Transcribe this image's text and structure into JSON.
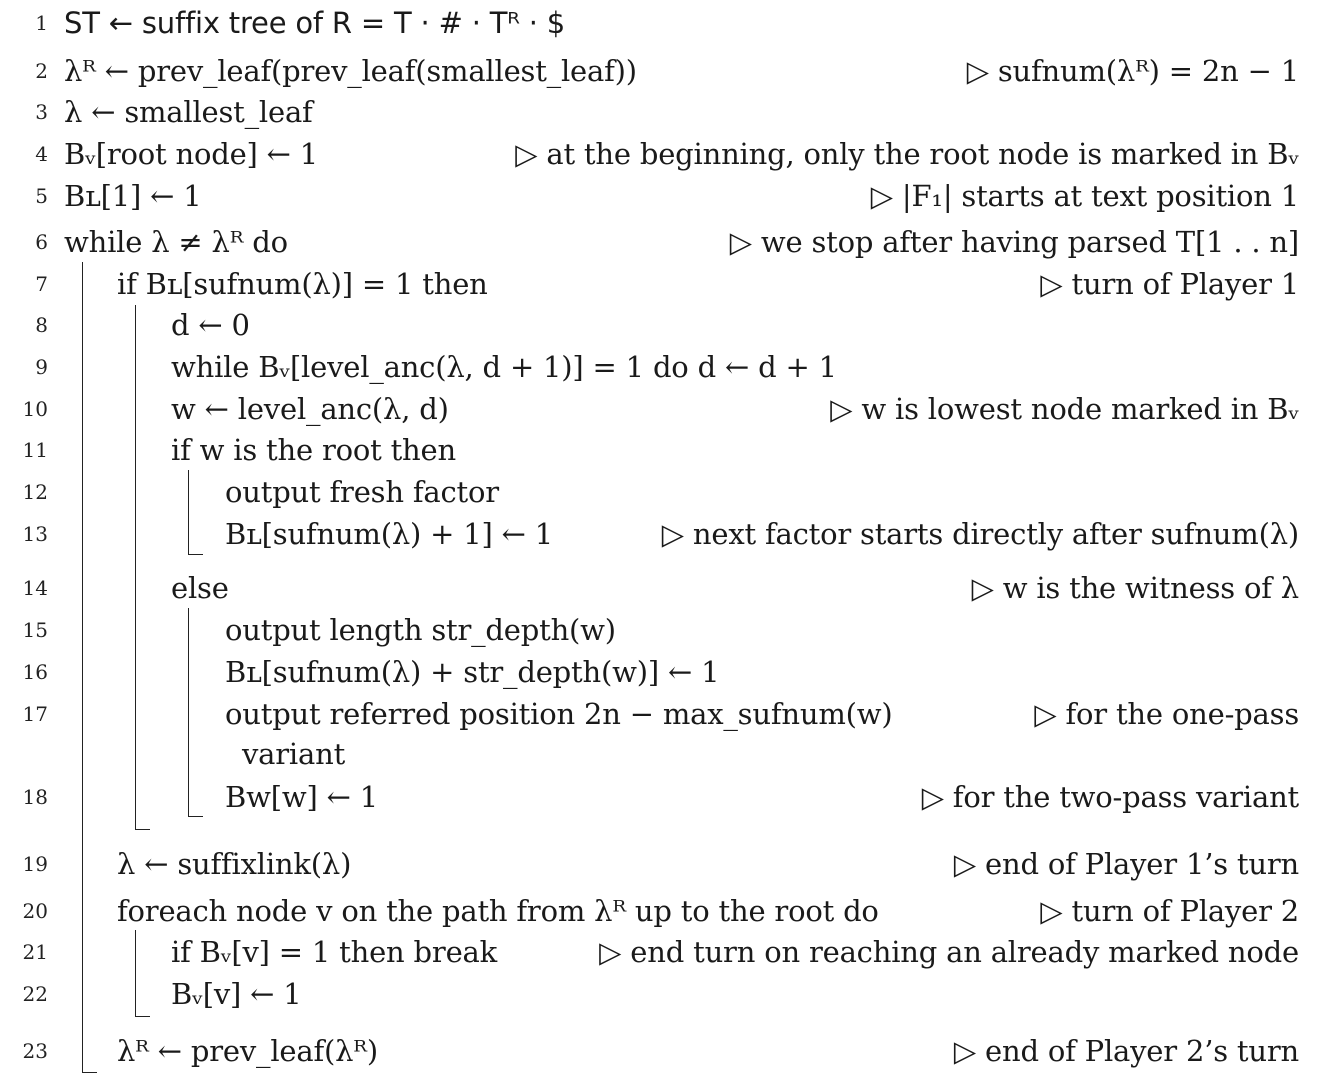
{
  "lines": [
    {
      "num": "1",
      "code": "ST ← suffix tree of R = T · # · Tᴿ · $",
      "comment": ""
    },
    {
      "num": "2",
      "code": "λᴿ ← prev_leaf(prev_leaf(smallest_leaf))",
      "comment": "▷ sufnum(λᴿ) = 2n − 1"
    },
    {
      "num": "3",
      "code": "λ ← smallest_leaf",
      "comment": ""
    },
    {
      "num": "4",
      "code": "Bᵥ[root node] ← 1",
      "comment": "▷ at the beginning, only the root node is marked in Bᵥ"
    },
    {
      "num": "5",
      "code": "Bʟ[1] ← 1",
      "comment": "▷ |F₁| starts at text position 1"
    },
    {
      "num": "6",
      "code": "while λ ≠ λᴿ do",
      "comment": "▷ we stop after having parsed T[1 . . n]"
    },
    {
      "num": "7",
      "code": "if Bʟ[sufnum(λ)] = 1 then",
      "comment": "▷ turn of Player 1"
    },
    {
      "num": "8",
      "code": "d ← 0",
      "comment": ""
    },
    {
      "num": "9",
      "code": "while Bᵥ[level_anc(λ, d + 1)] = 1 do d ← d + 1",
      "comment": ""
    },
    {
      "num": "10",
      "code": "w ← level_anc(λ, d)",
      "comment": "▷ w is lowest node marked in Bᵥ"
    },
    {
      "num": "11",
      "code": "if w is the root then",
      "comment": ""
    },
    {
      "num": "12",
      "code": "output fresh factor",
      "comment": ""
    },
    {
      "num": "13",
      "code": "Bʟ[sufnum(λ) + 1] ← 1",
      "comment": "▷ next factor starts directly after sufnum(λ)"
    },
    {
      "num": "14",
      "code": "else",
      "comment": "▷ w is the witness of λ"
    },
    {
      "num": "15",
      "code": "output length str_depth(w)",
      "comment": ""
    },
    {
      "num": "16",
      "code": "Bʟ[sufnum(λ) + str_depth(w)] ← 1",
      "comment": ""
    },
    {
      "num": "17",
      "code": "output referred position 2n − max_sufnum(w)",
      "comment": "▷ for the one-pass",
      "cont": "variant"
    },
    {
      "num": "18",
      "code": "Bᴡ[w] ← 1",
      "comment": "▷ for the two-pass variant"
    },
    {
      "num": "19",
      "code": "λ ← suffixlink(λ)",
      "comment": "▷ end of Player 1’s turn"
    },
    {
      "num": "20",
      "code": "foreach node v on the path from λᴿ up to the root do",
      "comment": "▷ turn of Player 2"
    },
    {
      "num": "21",
      "code": "if Bᵥ[v] = 1 then break",
      "comment": "▷ end turn on reaching an already marked node"
    },
    {
      "num": "22",
      "code": "Bᵥ[v] ← 1",
      "comment": ""
    },
    {
      "num": "23",
      "code": "λᴿ ← prev_leaf(λᴿ)",
      "comment": "▷ end of Player 2’s turn"
    }
  ]
}
